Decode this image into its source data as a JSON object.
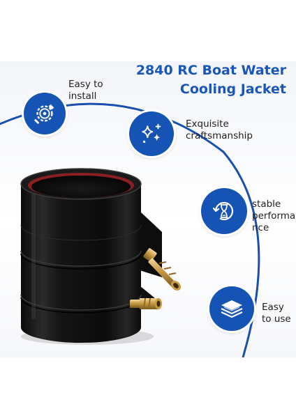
{
  "title": {
    "line1": "2840 RC Boat Water",
    "line2": "Cooling Jacket"
  },
  "features": [
    {
      "icon": "gear-wrench-icon",
      "line1": "Easy to",
      "line2": "install"
    },
    {
      "icon": "sparkle-icon",
      "line1": "Exquisite",
      "line2": "craftsmanship"
    },
    {
      "icon": "hourglass-icon",
      "line1": "stable",
      "line2": "performa",
      "line3": "nce"
    },
    {
      "icon": "layers-icon",
      "line1": "Easy",
      "line2": "to use"
    }
  ],
  "colors": {
    "accent": "#1553b5",
    "title": "#1a56b8",
    "arc": "#1a4fb0"
  }
}
